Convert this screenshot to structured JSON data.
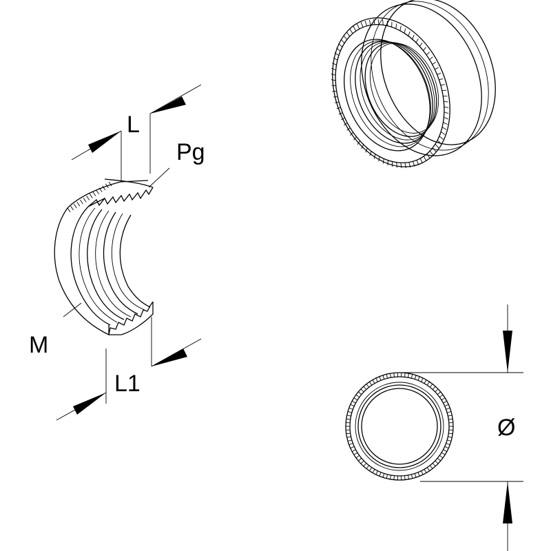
{
  "labels": {
    "length": "L",
    "length_1": "L1",
    "thread_pg": "Pg",
    "thread_metric": "M",
    "diameter": "Ø"
  }
}
